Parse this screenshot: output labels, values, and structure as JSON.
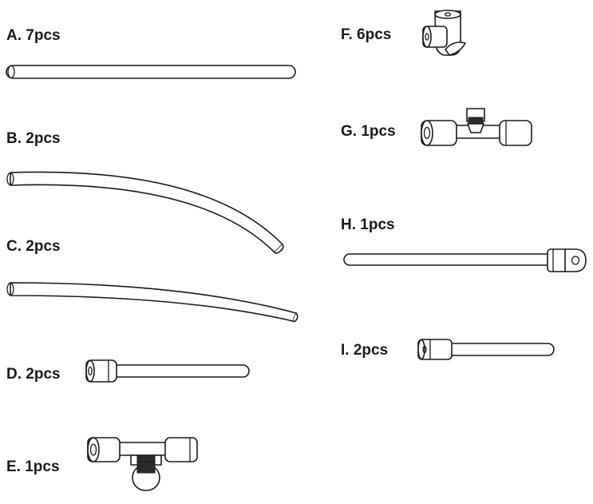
{
  "parts": [
    {
      "id": "A",
      "label": "A. 7pcs"
    },
    {
      "id": "B",
      "label": "B. 2pcs"
    },
    {
      "id": "C",
      "label": "C. 2pcs"
    },
    {
      "id": "D",
      "label": "D. 2pcs"
    },
    {
      "id": "E",
      "label": "E. 1pcs"
    },
    {
      "id": "F",
      "label": "F. 6pcs"
    },
    {
      "id": "G",
      "label": "G. 1pcs"
    },
    {
      "id": "H",
      "label": "H. 1pcs"
    },
    {
      "id": "I",
      "label": "I. 2pcs"
    }
  ],
  "colors": {
    "stroke": "#1a1a1a",
    "fill": "#ffffff",
    "accent_dark": "#2b2b2b"
  }
}
